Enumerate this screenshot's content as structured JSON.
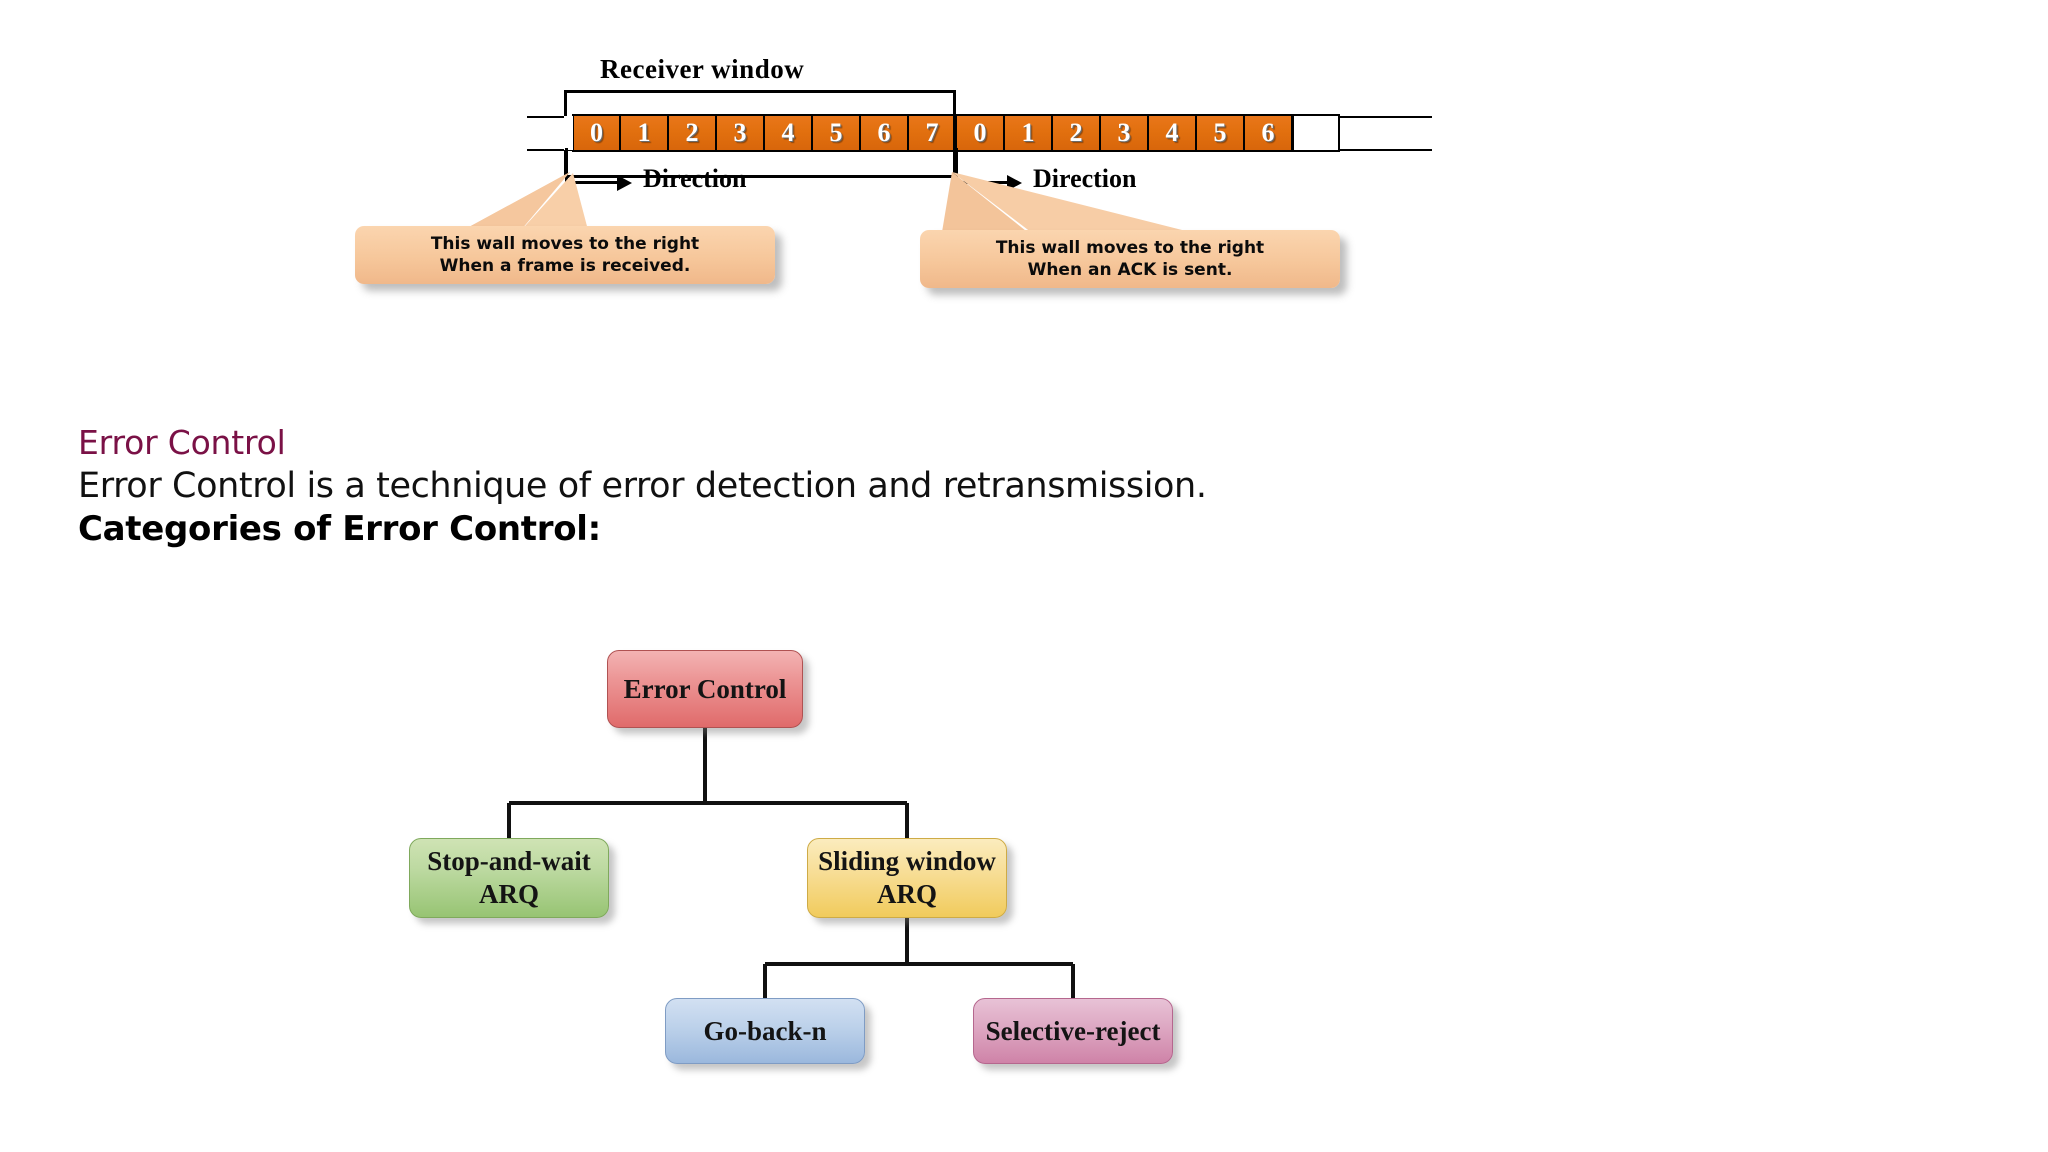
{
  "slide": {
    "sliding_window_figure": {
      "title": "Receiver window",
      "frames": [
        "0",
        "1",
        "2",
        "3",
        "4",
        "5",
        "6",
        "7",
        "0",
        "1",
        "2",
        "3",
        "4",
        "5",
        "6"
      ],
      "window_frames": [
        "0",
        "1",
        "2",
        "3",
        "4",
        "5",
        "6"
      ],
      "direction_left_label": "Direction",
      "direction_right_label": "Direction",
      "callout_left": {
        "line1": "This wall moves to the right",
        "line2": "When a frame is received."
      },
      "callout_right": {
        "line1": "This wall moves to the right",
        "line2": "When an ACK is sent."
      },
      "colors": {
        "frame_fill": "#e2700f",
        "frame_text": "#ffffff",
        "callout_fill": "#f6c79b",
        "line": "#000000"
      }
    },
    "text_block": {
      "heading": "Error Control",
      "definition": "Error Control is a technique of error detection and retransmission.",
      "categories_label": "Categories of Error Control:",
      "colors": {
        "heading": "#7a1146",
        "body": "#111111"
      }
    },
    "tree": {
      "root": {
        "label": "Error Control",
        "color": "#ec9595"
      },
      "level2": [
        {
          "label": "Stop-and-wait ARQ",
          "line1": "Stop-and-wait",
          "line2": "ARQ",
          "color": "#bcd9a0"
        },
        {
          "label": "Sliding window ARQ",
          "line1": "Sliding window",
          "line2": "ARQ",
          "color": "#f7dd94"
        }
      ],
      "level3": [
        {
          "label": "Go-back-n",
          "color": "#bcd1ea"
        },
        {
          "label": "Selective-reject",
          "color": "#dda7c2"
        }
      ]
    }
  }
}
